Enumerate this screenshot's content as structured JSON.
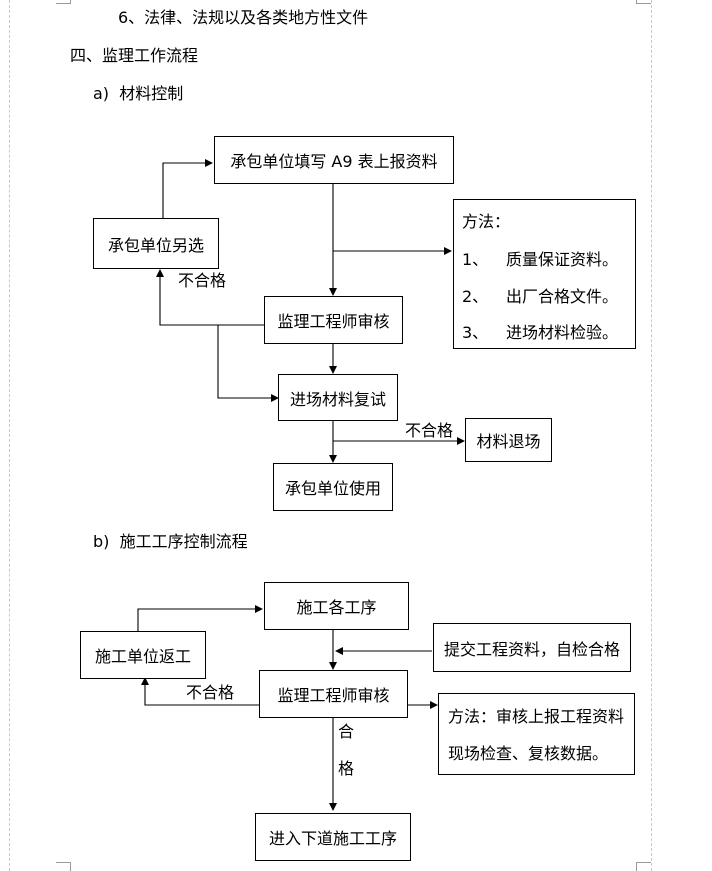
{
  "document": {
    "item6": "6、法律、法规以及各类地方性文件",
    "section4": "四、监理工作流程",
    "sub_a": "a)  材料控制",
    "sub_b": "b)  施工工序控制流程"
  },
  "flow_a": {
    "contractor_fill": "承包单位填写 A9 表上报资料",
    "contractor_reselect": "承包单位另选",
    "engineer_review": "监理工程师审核",
    "material_retest": "进场材料复试",
    "contractor_use": "承包单位使用",
    "material_return": "材料退场",
    "fail_label_1": "不合格",
    "fail_label_2": "不合格",
    "method_title": "方法：",
    "method_items": [
      {
        "num": "1、",
        "text": "质量保证资料。"
      },
      {
        "num": "2、",
        "text": "出厂合格文件。"
      },
      {
        "num": "3、",
        "text": "进场材料检验。"
      }
    ]
  },
  "flow_b": {
    "construction_steps": "施工各工序",
    "contractor_rework": "施工单位返工",
    "submit_docs": "提交工程资料，自检合格",
    "engineer_review": "监理工程师审核",
    "next_step": "进入下道施工工序",
    "fail_label": "不合格",
    "pass_char_1": "合",
    "pass_char_2": "格",
    "method_line1": "方法：审核上报工程资料",
    "method_line2": "现场检查、复核数据。"
  }
}
